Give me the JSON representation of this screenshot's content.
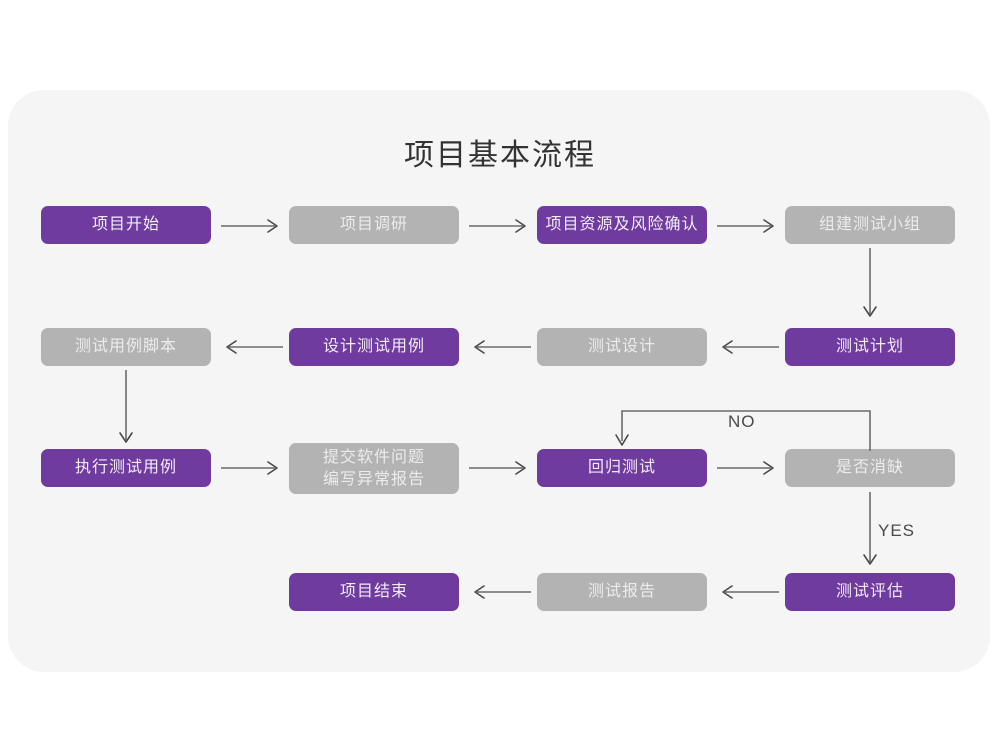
{
  "diagram": {
    "title": "项目基本流程",
    "background_color": "#ffffff",
    "panel_color": "#f5f5f5",
    "primary_color": "#6f3b9e",
    "secondary_color": "#b3b3b3",
    "edge_color": "#6b6b6b"
  },
  "nodes": [
    {
      "id": "n1",
      "label": "项目开始",
      "style": "primary",
      "row": 1,
      "col": 1
    },
    {
      "id": "n2",
      "label": "项目调研",
      "style": "secondary",
      "row": 1,
      "col": 2
    },
    {
      "id": "n3",
      "label": "项目资源及风险确认",
      "style": "primary",
      "row": 1,
      "col": 3
    },
    {
      "id": "n4",
      "label": "组建测试小组",
      "style": "secondary",
      "row": 1,
      "col": 4
    },
    {
      "id": "n5",
      "label": "测试用例脚本",
      "style": "secondary",
      "row": 2,
      "col": 1
    },
    {
      "id": "n6",
      "label": "设计测试用例",
      "style": "primary",
      "row": 2,
      "col": 2
    },
    {
      "id": "n7",
      "label": "测试设计",
      "style": "secondary",
      "row": 2,
      "col": 3
    },
    {
      "id": "n8",
      "label": "测试计划",
      "style": "primary",
      "row": 2,
      "col": 4
    },
    {
      "id": "n9",
      "label": "执行测试用例",
      "style": "primary",
      "row": 3,
      "col": 1
    },
    {
      "id": "n10",
      "label": "提交软件问题\n编写异常报告",
      "style": "secondary",
      "row": 3,
      "col": 2
    },
    {
      "id": "n11",
      "label": "回归测试",
      "style": "primary",
      "row": 3,
      "col": 3
    },
    {
      "id": "n12",
      "label": "是否消缺",
      "style": "secondary",
      "row": 3,
      "col": 4
    },
    {
      "id": "n13",
      "label": "项目结束",
      "style": "primary",
      "row": 4,
      "col": 2
    },
    {
      "id": "n14",
      "label": "测试报告",
      "style": "secondary",
      "row": 4,
      "col": 3
    },
    {
      "id": "n15",
      "label": "测试评估",
      "style": "primary",
      "row": 4,
      "col": 4
    }
  ],
  "edges": [
    {
      "id": "e1",
      "from": "n1",
      "to": "n2",
      "direction": "right",
      "label": ""
    },
    {
      "id": "e2",
      "from": "n2",
      "to": "n3",
      "direction": "right",
      "label": ""
    },
    {
      "id": "e3",
      "from": "n3",
      "to": "n4",
      "direction": "right",
      "label": ""
    },
    {
      "id": "e4",
      "from": "n4",
      "to": "n8",
      "direction": "down",
      "label": ""
    },
    {
      "id": "e5",
      "from": "n8",
      "to": "n7",
      "direction": "left",
      "label": ""
    },
    {
      "id": "e6",
      "from": "n7",
      "to": "n6",
      "direction": "left",
      "label": ""
    },
    {
      "id": "e7",
      "from": "n6",
      "to": "n5",
      "direction": "left",
      "label": ""
    },
    {
      "id": "e8",
      "from": "n5",
      "to": "n9",
      "direction": "down",
      "label": ""
    },
    {
      "id": "e9",
      "from": "n9",
      "to": "n10",
      "direction": "right",
      "label": ""
    },
    {
      "id": "e10",
      "from": "n10",
      "to": "n11",
      "direction": "right",
      "label": ""
    },
    {
      "id": "e11",
      "from": "n11",
      "to": "n12",
      "direction": "right",
      "label": ""
    },
    {
      "id": "e12",
      "from": "n12",
      "to": "n11",
      "direction": "loop-up-left",
      "label": "NO"
    },
    {
      "id": "e13",
      "from": "n12",
      "to": "n15",
      "direction": "down",
      "label": "YES"
    },
    {
      "id": "e14",
      "from": "n15",
      "to": "n14",
      "direction": "left",
      "label": ""
    },
    {
      "id": "e15",
      "from": "n14",
      "to": "n13",
      "direction": "left",
      "label": ""
    }
  ],
  "labels": {
    "no": "NO",
    "yes": "YES"
  }
}
